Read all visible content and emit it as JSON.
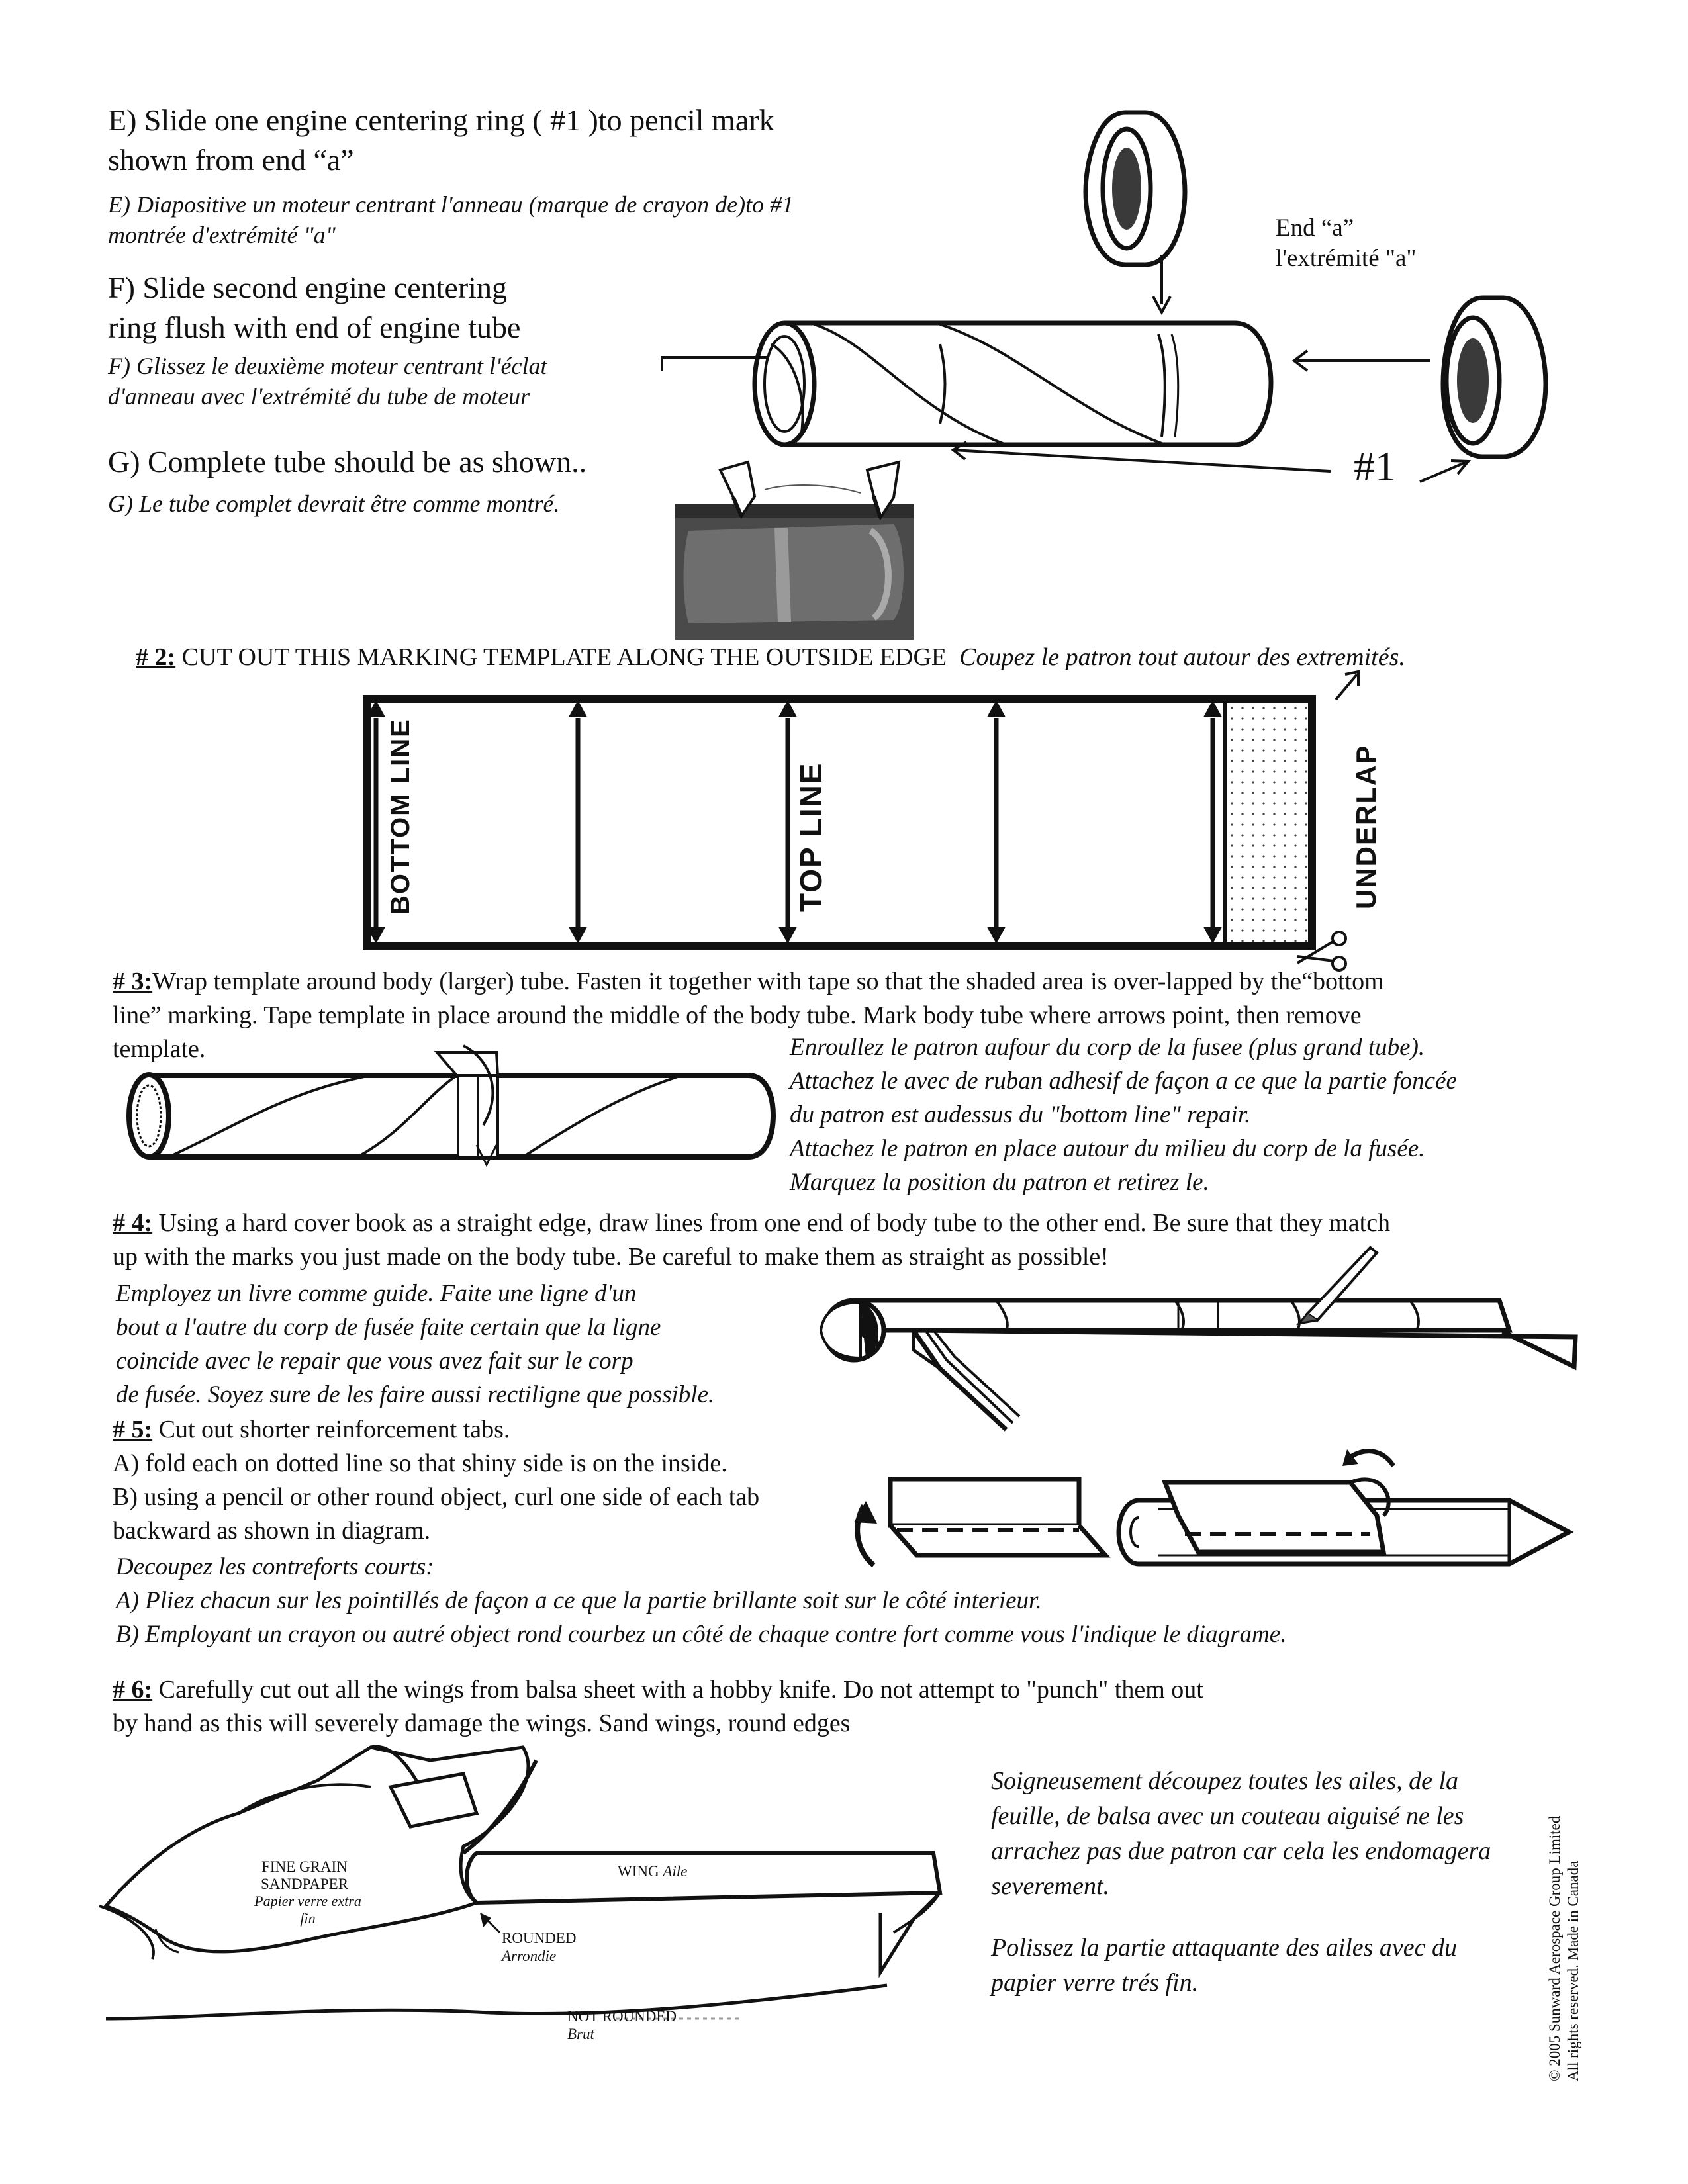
{
  "step_e": {
    "en_line1": "E) Slide one engine centering ring ( #1 )to pencil mark",
    "en_line2": "shown from end “a”",
    "fr_line1": "E) Diapositive un moteur centrant l'anneau (marque de crayon de)to #1",
    "fr_line2": "montrée d'extrémité \"a\""
  },
  "step_f": {
    "en_line1": "F) Slide second engine centering",
    "en_line2": "ring flush with end of engine tube",
    "fr_line1": "F) Glissez le deuxième moteur centrant l'éclat",
    "fr_line2": "d'anneau avec l'extrémité du tube de moteur"
  },
  "step_g": {
    "en": "G) Complete tube should be as shown..",
    "fr": "G) Le tube complet devrait être comme montré."
  },
  "diagram_top": {
    "end_a_en": "End “a”",
    "end_a_fr": "l'extrémité \"a\"",
    "ring_label": "#1"
  },
  "step_2": {
    "num": "# 2:",
    "en": " CUT OUT THIS MARKING TEMPLATE ALONG THE OUTSIDE EDGE",
    "fr": "Coupez le patron tout autour des extremités."
  },
  "template": {
    "bottom_line": "BOTTOM LINE",
    "top_line": "TOP LINE",
    "underlap": "UNDERLAP"
  },
  "step_3": {
    "num": "# 3:",
    "en_line1": "Wrap template around body (larger) tube. Fasten it together with tape so that the shaded area is over-lapped by the“bottom",
    "en_line2": "line” marking. Tape template in place around the middle of the body tube. Mark body tube where arrows point, then remove",
    "en_line3": "template.",
    "fr_lines": [
      "Enroullez le patron aufour du corp de la fusee (plus grand tube).",
      "Attachez le avec de ruban adhesif de façon a ce que la partie foncée",
      "du patron est audessus du \"bottom line\" repair.",
      "Attachez le patron en place autour du milieu du corp de la fusée.",
      "Marquez la position du patron et retirez le."
    ]
  },
  "step_4": {
    "num": "# 4:",
    "en_line1": "   Using a hard cover book as a straight edge, draw lines from one end of body tube to the other end. Be sure that they match",
    "en_line2": "up with the marks you just made on the body tube.  Be careful to make them as straight as possible!",
    "fr_lines": [
      "Employez un livre comme guide.  Faite une ligne d'un",
      " bout a l'autre du corp de fusée faite certain que la ligne",
      "coincide avec le repair que vous avez fait sur le corp",
      "de fusée.  Soyez sure de les faire aussi rectiligne que possible."
    ]
  },
  "step_5": {
    "num": "# 5:",
    "en_line1": "   Cut out shorter reinforcement tabs.",
    "en_line2": "A)  fold each on dotted line so that shiny side is on the inside.",
    "en_line3": "B)  using a pencil or other round object,  curl one side of each tab",
    "en_line4": "backward as shown in diagram.",
    "fr_lines": [
      "Decoupez les contreforts courts:",
      "A) Pliez chacun sur les pointillés de façon a ce que la partie brillante soit sur le côté interieur.",
      "B) Employant un crayon ou autré object rond courbez un côté de chaque contre fort comme vous l'indique le diagrame."
    ]
  },
  "step_6": {
    "num": "# 6:",
    "en_line1": "  Carefully cut out all the wings from balsa sheet with a hobby knife.  Do not attempt to \"punch\" them out",
    "en_line2": "by hand as this will severely damage the wings.  Sand wings, round edges",
    "fr_lines": [
      "Soigneusement découpez toutes les ailes, de la",
      "feuille, de balsa avec un couteau aiguisé ne les",
      "arrachez pas due patron car cela les endomagera",
      "severement.",
      "",
      "Polissez la partie attaquante des ailes avec du",
      "papier verre trés fin."
    ]
  },
  "wing_diagram": {
    "sandpaper_en1": "FINE GRAIN",
    "sandpaper_en2": "SANDPAPER",
    "sandpaper_fr": "Papier verre extra fin",
    "wing_en": "WING",
    "wing_fr": "Aile",
    "rounded_en": "ROUNDED",
    "rounded_fr": "Arrondie",
    "not_rounded_en": "NOT ROUNDED",
    "not_rounded_fr": "Brut"
  },
  "copyright": {
    "line1": "© 2005 Sunward Aerospace Group Limited",
    "line2": "All rights reserved. Made in Canada"
  }
}
